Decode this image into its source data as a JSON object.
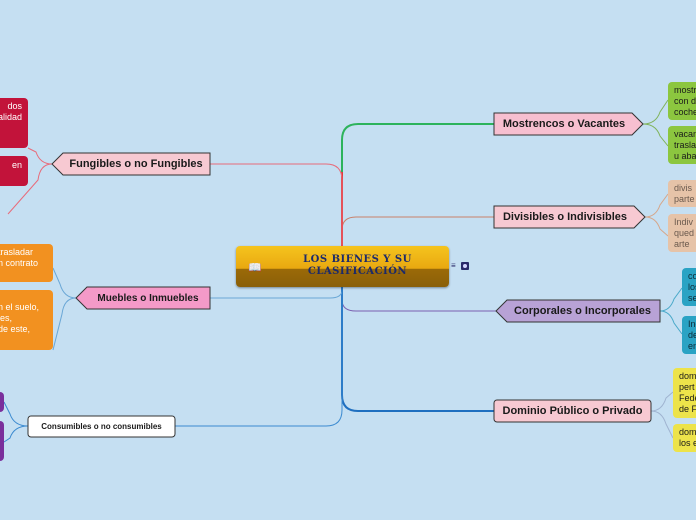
{
  "central": {
    "title": "LOS BIENES Y SU CLASIFICACIÓN",
    "icon": "book-icon"
  },
  "branches": {
    "mostrencos": {
      "label": "Mostrencos o Vacantes",
      "color": "#f7bfd0"
    },
    "divisibles": {
      "label": "Divisibles o Indivisibles",
      "color": "#f7c9d2"
    },
    "corporales": {
      "label": "Corporales o Incorporales",
      "color": "#b8a2d6"
    },
    "dominio": {
      "label": "Dominio Público o Privado",
      "color": "#f7c9d2"
    },
    "fungibles": {
      "label": "Fungibles o no Fungibles",
      "color": "#f7c9d2"
    },
    "muebles": {
      "label": "Muebles o Inmuebles",
      "color": "#f49ac8"
    },
    "consumibles": {
      "label": "Consumibles o no consumibles",
      "color": "#f7c9d2"
    }
  },
  "leaves": {
    "mostrencos_1": "mostr\ncon d\ncoche",
    "mostrencos_2": "vacan\ntrasla\nu aba",
    "divisibles_1": "divis\nparte",
    "divisibles_2": "Indiv\nqued\narte",
    "corporales_1": "co\nlos\nse",
    "corporales_2": "Inc\nde\nen",
    "dominio_1": "dom\npert\nFede\nde F",
    "dominio_2": "dom\nlos e",
    "fungibles_1": "dos\nalidad",
    "fungibles_2": "en",
    "muebles_1": "trasladar\nn contrato",
    "muebles_2": "n el suelo,\nles,\nde este,",
    "consumibles_1": "",
    "consumibles_2": ""
  },
  "colors": {
    "green": "#8cc63f",
    "tan": "#e6c3a8",
    "teal": "#2aa3c4",
    "yellow": "#ede34a",
    "crimson": "#c2133a",
    "orange": "#f29120",
    "purple": "#7a2f9c"
  }
}
